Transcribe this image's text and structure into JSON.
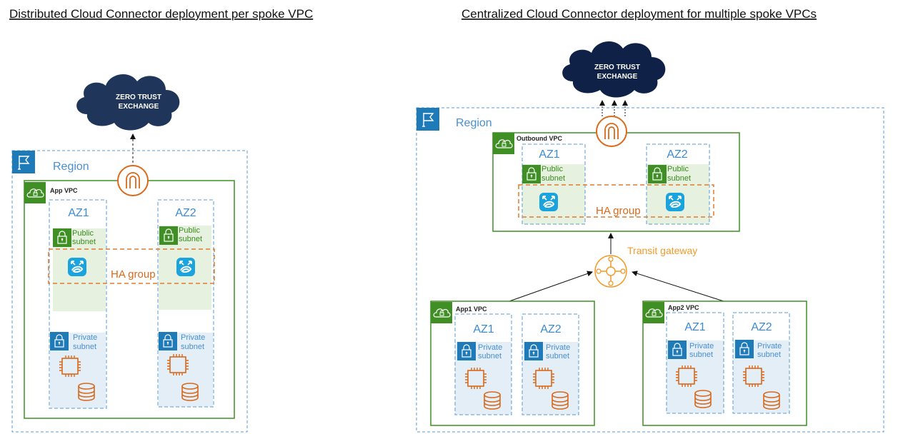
{
  "left": {
    "title": "Distributed Cloud Connector deployment per spoke VPC",
    "cloud": {
      "line1": "ZERO TRUST",
      "line2": "EXCHANGE"
    },
    "region_label": "Region",
    "vpc_label": "App VPC",
    "azs": [
      {
        "label": "AZ1",
        "public_subnet": [
          "Public",
          "subnet"
        ],
        "private_subnet": [
          "Private",
          "subnet"
        ]
      },
      {
        "label": "AZ2",
        "public_subnet": [
          "Public",
          "subnet"
        ],
        "private_subnet": [
          "Private",
          "subnet"
        ]
      }
    ],
    "ha_label": "HA group"
  },
  "right": {
    "title": "Centralized Cloud Connector deployment for multiple spoke VPCs",
    "cloud": {
      "line1": "ZERO TRUST",
      "line2": "EXCHANGE"
    },
    "region_label": "Region",
    "outbound_vpc": {
      "label": "Outbound VPC",
      "azs": [
        {
          "label": "AZ1",
          "public_subnet": [
            "Public",
            "subnet"
          ]
        },
        {
          "label": "AZ2",
          "public_subnet": [
            "Public",
            "subnet"
          ]
        }
      ],
      "ha_label": "HA group"
    },
    "transit_gateway_label": "Transit gateway",
    "spoke_vpcs": [
      {
        "label": "App1 VPC",
        "azs": [
          {
            "label": "AZ1",
            "private_subnet": [
              "Private",
              "subnet"
            ]
          },
          {
            "label": "AZ2",
            "private_subnet": [
              "Private",
              "subnet"
            ]
          }
        ]
      },
      {
        "label": "App2 VPC",
        "azs": [
          {
            "label": "AZ1",
            "private_subnet": [
              "Private",
              "subnet"
            ]
          },
          {
            "label": "AZ2",
            "private_subnet": [
              "Private",
              "subnet"
            ]
          }
        ]
      }
    ]
  },
  "colors": {
    "cloud": "#1f3559",
    "region_border": "#5a9bd5",
    "vpc_border": "#3f8f25",
    "vpc_badge": "#3f8f25",
    "public_subnet_fill": "#e7f1e0",
    "private_subnet_fill": "#e4eef7",
    "private_badge": "#1f7ab8",
    "ha_border": "#e07b2e",
    "service_icon": "#d9691b",
    "cc_icon": "#1aa3dc",
    "transit": "#f29a2b"
  }
}
